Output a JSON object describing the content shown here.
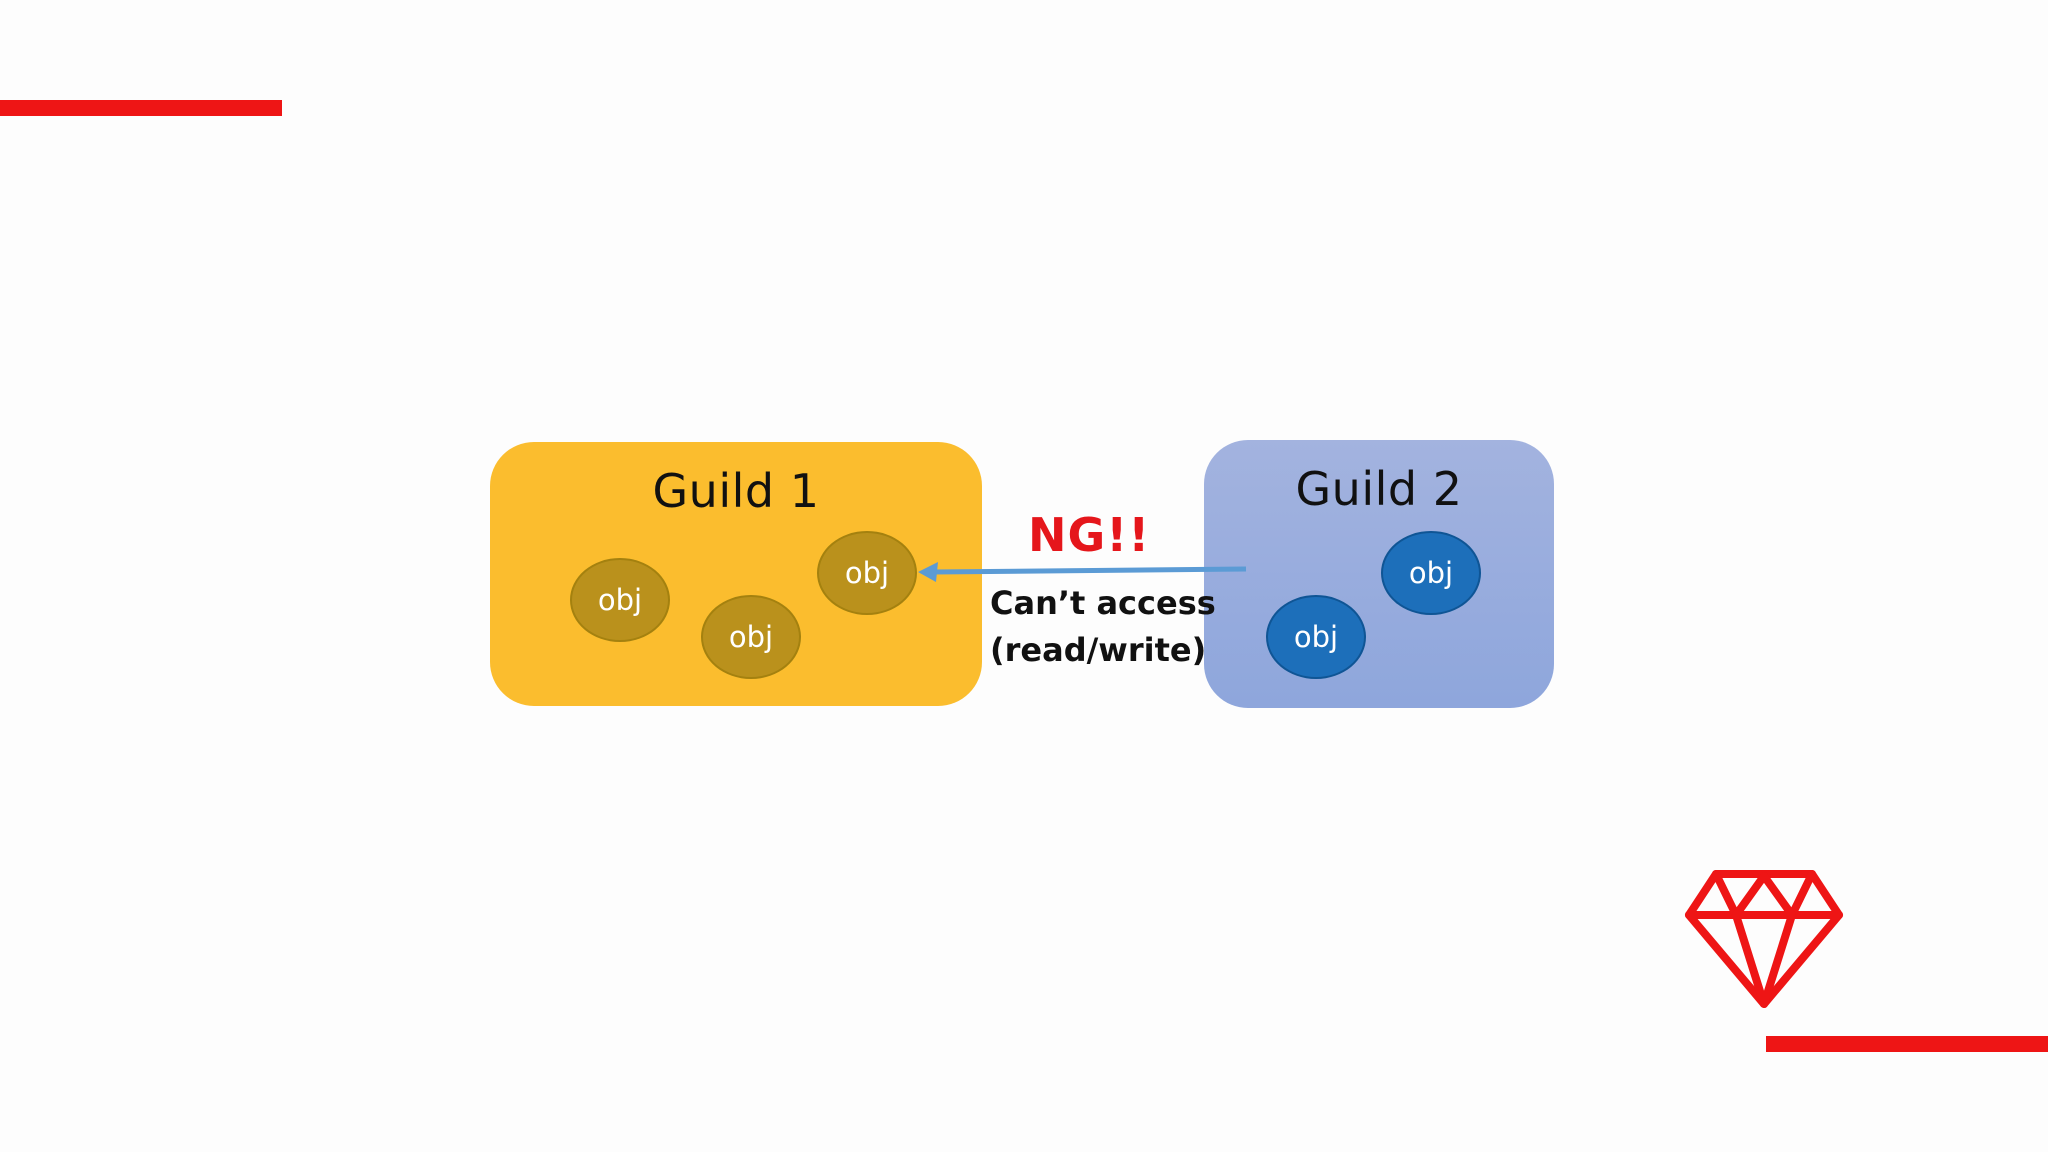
{
  "guild1": {
    "title": "Guild 1",
    "objects": [
      "obj",
      "obj",
      "obj"
    ],
    "color": "#fbbd2e"
  },
  "guild2": {
    "title": "Guild 2",
    "objects": [
      "obj",
      "obj"
    ],
    "color": "#98abdd"
  },
  "arrow": {
    "label": "NG!!",
    "note_line1": "Can’t access",
    "note_line2": "(read/write)",
    "color": "#5b9bd5",
    "label_color": "#e5161b"
  },
  "decor": {
    "accent": "#ee1515",
    "logo_icon": "ruby-gem-icon"
  }
}
